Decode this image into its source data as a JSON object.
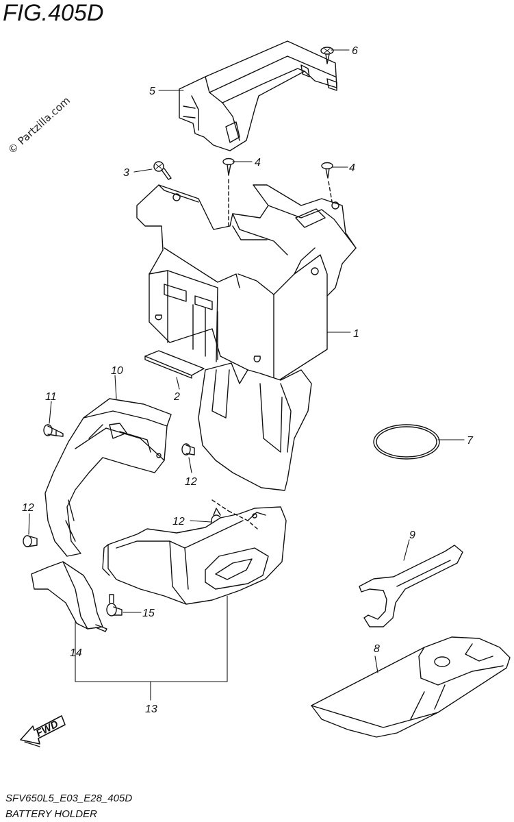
{
  "figure": {
    "title": "FIG.405D",
    "watermark": "© Partzilla.com",
    "code": "SFV650L5_E03_E28_405D",
    "caption": "BATTERY HOLDER",
    "fwd_label": "FWD"
  },
  "callouts": [
    {
      "id": "c1",
      "label": "1"
    },
    {
      "id": "c2",
      "label": "2"
    },
    {
      "id": "c3",
      "label": "3"
    },
    {
      "id": "c4a",
      "label": "4"
    },
    {
      "id": "c4b",
      "label": "4"
    },
    {
      "id": "c5",
      "label": "5"
    },
    {
      "id": "c6",
      "label": "6"
    },
    {
      "id": "c7",
      "label": "7"
    },
    {
      "id": "c8",
      "label": "8"
    },
    {
      "id": "c9",
      "label": "9"
    },
    {
      "id": "c10",
      "label": "10"
    },
    {
      "id": "c11",
      "label": "11"
    },
    {
      "id": "c12a",
      "label": "12"
    },
    {
      "id": "c12b",
      "label": "12"
    },
    {
      "id": "c12c",
      "label": "12"
    },
    {
      "id": "c13",
      "label": "13"
    },
    {
      "id": "c14",
      "label": "14"
    },
    {
      "id": "c15",
      "label": "15"
    }
  ]
}
